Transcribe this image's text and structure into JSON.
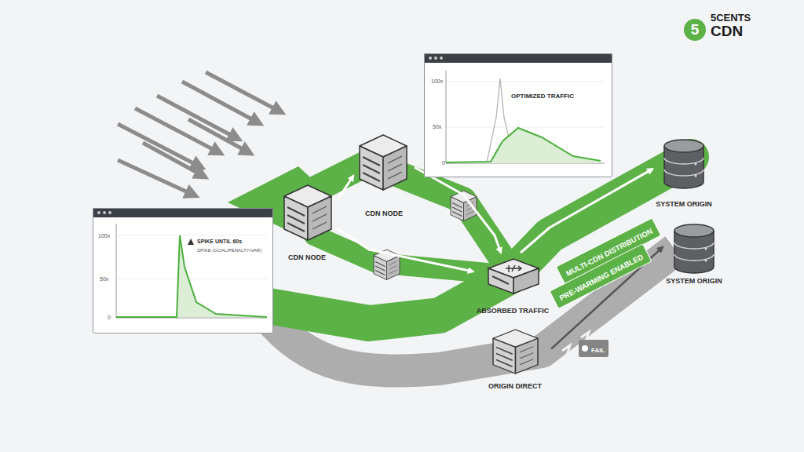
{
  "diagram": {
    "nodes": [
      {
        "text": [
          "5"
        ]
      },
      {
        "text": [
          "100x",
          "50x",
          "0",
          "OPTIMIZED TRAFFIC"
        ]
      },
      {
        "text": [
          "CDN NODE"
        ]
      },
      {
        "text": [
          "SYSTEM ORIGIN"
        ]
      },
      {
        "text": [
          "100x",
          "50x",
          "0",
          "SPIKE UNTIL 60s",
          "SPIKE (GOAL/PENALTY/VAR)"
        ]
      },
      {
        "text": [
          "CDN NODE"
        ]
      },
      {
        "text": [
          "MULTI-CDN DISTRIBUTION"
        ]
      },
      {
        "text": [
          "PRE-WARMING ENABLED"
        ]
      },
      {
        "text": [
          "SYSTEM ORIGIN"
        ]
      },
      {
        "text": [
          "ABSORBED TRAFFIC"
        ]
      },
      {
        "text": [
          "FAIL"
        ]
      },
      {
        "text": [
          "ORIGIN DIRECT"
        ]
      }
    ],
    "edges": [
      {
        "from": 5,
        "to": 2,
        "arrow": "to"
      },
      {
        "from": 5,
        "to": 9,
        "arrow": "to"
      },
      {
        "from": 2,
        "to": 9,
        "arrow": "to"
      },
      {
        "from": 9,
        "to": 3,
        "arrow": "to"
      },
      {
        "from": 11,
        "to": 8,
        "arrow": "to"
      }
    ],
    "labels": [
      "5CENTS",
      "CDN"
    ]
  }
}
